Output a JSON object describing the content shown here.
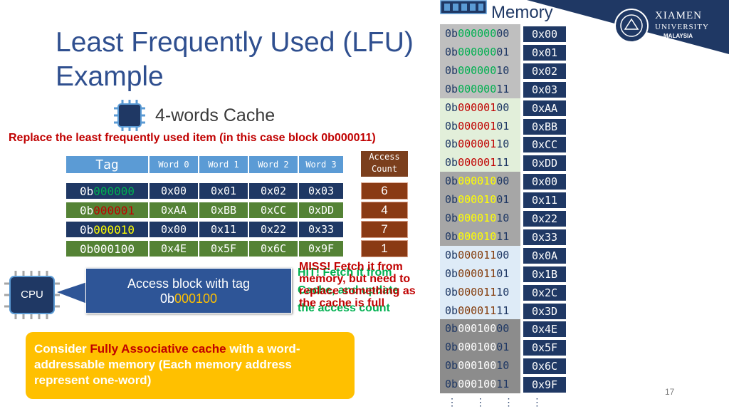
{
  "slide": {
    "title_line1": "Least Frequently Used (LFU)",
    "title_line2": "Example",
    "cache_title": "4-words Cache",
    "replace_note": "Replace the least frequently used item (in this case block 0b000011)",
    "page_number": "17"
  },
  "logo": {
    "name_line1": "XIAMEN",
    "name_line2": "UNIVERSITY",
    "name_line3": "MALAYSIA"
  },
  "cache": {
    "headers": [
      "Tag",
      "Word 0",
      "Word 1",
      "Word 2",
      "Word 3"
    ],
    "access_header_line1": "Access",
    "access_header_line2": "Count",
    "rows": [
      {
        "tag_prefix": "0b",
        "tag_bits": "000000",
        "tag_bits_color": "#00b050",
        "row_color": "#1f3864",
        "words": [
          "0x00",
          "0x01",
          "0x02",
          "0x03"
        ],
        "count": "6"
      },
      {
        "tag_prefix": "0b",
        "tag_bits": "000001",
        "tag_bits_color": "#c00000",
        "row_color": "#548235",
        "words": [
          "0xAA",
          "0xBB",
          "0xCC",
          "0xDD"
        ],
        "count": "4"
      },
      {
        "tag_prefix": "0b",
        "tag_bits": "000010",
        "tag_bits_color": "#ffff00",
        "row_color": "#1f3864",
        "words": [
          "0x00",
          "0x11",
          "0x22",
          "0x33"
        ],
        "count": "7"
      },
      {
        "tag_prefix": "0b",
        "tag_bits": "000100",
        "tag_bits_color": "#ffffff",
        "row_color": "#548235",
        "words": [
          "0x4E",
          "0x5F",
          "0x6C",
          "0x9F"
        ],
        "count": "1"
      }
    ]
  },
  "messages": {
    "miss_line1": "MISS! Fetch it from",
    "miss_line2": "memory, but need to",
    "miss_line3": "replace something as",
    "miss_line4": "the cache is full",
    "hit_line1": "HIT! Fetch it from",
    "hit_line2": "Cache, and update",
    "hit_line3": "the access count"
  },
  "cpu": {
    "label": "CPU",
    "callout_line1": "Access block with tag",
    "callout_prefix": "0b",
    "callout_bits": "000100"
  },
  "note": {
    "part1": "Consider ",
    "highlight": "Fully Associative cache",
    "part2": " with a word-addressable memory (Each memory address represent one-word)"
  },
  "memory": {
    "label": "Memory",
    "ellipsis": "⋮  ⋮  ⋮  ⋮",
    "rows": [
      {
        "prefix": "0b",
        "tag": "000000",
        "offset": "00",
        "tag_color": "#00b050",
        "bg": "#bfbfbf",
        "value": "0x00"
      },
      {
        "prefix": "0b",
        "tag": "000000",
        "offset": "01",
        "tag_color": "#00b050",
        "bg": "#bfbfbf",
        "value": "0x01"
      },
      {
        "prefix": "0b",
        "tag": "000000",
        "offset": "10",
        "tag_color": "#00b050",
        "bg": "#bfbfbf",
        "value": "0x02"
      },
      {
        "prefix": "0b",
        "tag": "000000",
        "offset": "11",
        "tag_color": "#00b050",
        "bg": "#bfbfbf",
        "value": "0x03"
      },
      {
        "prefix": "0b",
        "tag": "000001",
        "offset": "00",
        "tag_color": "#c00000",
        "bg": "#e2efda",
        "value": "0xAA"
      },
      {
        "prefix": "0b",
        "tag": "000001",
        "offset": "01",
        "tag_color": "#c00000",
        "bg": "#e2efda",
        "value": "0xBB"
      },
      {
        "prefix": "0b",
        "tag": "000001",
        "offset": "10",
        "tag_color": "#c00000",
        "bg": "#e2efda",
        "value": "0xCC"
      },
      {
        "prefix": "0b",
        "tag": "000001",
        "offset": "11",
        "tag_color": "#c00000",
        "bg": "#e2efda",
        "value": "0xDD"
      },
      {
        "prefix": "0b",
        "tag": "000010",
        "offset": "00",
        "tag_color": "#ffff00",
        "bg": "#a6a6a6",
        "value": "0x00"
      },
      {
        "prefix": "0b",
        "tag": "000010",
        "offset": "01",
        "tag_color": "#ffff00",
        "bg": "#a6a6a6",
        "value": "0x11"
      },
      {
        "prefix": "0b",
        "tag": "000010",
        "offset": "10",
        "tag_color": "#ffff00",
        "bg": "#a6a6a6",
        "value": "0x22"
      },
      {
        "prefix": "0b",
        "tag": "000010",
        "offset": "11",
        "tag_color": "#ffff00",
        "bg": "#a6a6a6",
        "value": "0x33"
      },
      {
        "prefix": "0b",
        "tag": "000011",
        "offset": "00",
        "tag_color": "#843c0c",
        "bg": "#deebf7",
        "value": "0x0A"
      },
      {
        "prefix": "0b",
        "tag": "000011",
        "offset": "01",
        "tag_color": "#843c0c",
        "bg": "#deebf7",
        "value": "0x1B"
      },
      {
        "prefix": "0b",
        "tag": "000011",
        "offset": "10",
        "tag_color": "#843c0c",
        "bg": "#deebf7",
        "value": "0x2C"
      },
      {
        "prefix": "0b",
        "tag": "000011",
        "offset": "11",
        "tag_color": "#843c0c",
        "bg": "#deebf7",
        "value": "0x3D"
      },
      {
        "prefix": "0b",
        "tag": "000100",
        "offset": "00",
        "tag_color": "#ffffff",
        "bg": "#8c8c8c",
        "value": "0x4E"
      },
      {
        "prefix": "0b",
        "tag": "000100",
        "offset": "01",
        "tag_color": "#ffffff",
        "bg": "#8c8c8c",
        "value": "0x5F"
      },
      {
        "prefix": "0b",
        "tag": "000100",
        "offset": "10",
        "tag_color": "#ffffff",
        "bg": "#8c8c8c",
        "value": "0x6C"
      },
      {
        "prefix": "0b",
        "tag": "000100",
        "offset": "11",
        "tag_color": "#ffffff",
        "bg": "#8c8c8c",
        "value": "0x9F"
      }
    ]
  }
}
